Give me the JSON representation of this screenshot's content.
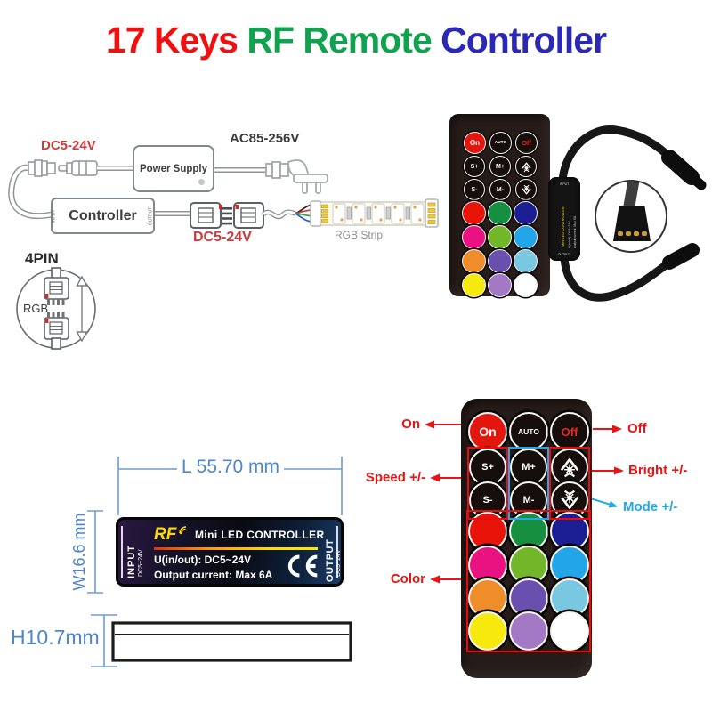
{
  "title": {
    "part1": "17 Keys ",
    "part2": "RF Remote ",
    "part3": "Controller"
  },
  "colors": {
    "title_red": "#f01010",
    "title_green": "#10a34e",
    "title_blue": "#2b28b8",
    "label_red": "#cd3a3a",
    "annotation_red": "#ea1212",
    "annotation_blue": "#1fa8ea",
    "dimension_blue": "#4e87c9",
    "remote_body": "#251b18",
    "on_key": "#e2160c",
    "off_text": "#e5291d"
  },
  "wiring": {
    "dc_label_top": "DC5-24V",
    "ac_label": "AC85-256V",
    "power_supply": "Power Supply",
    "controller": "Controller",
    "input": "INPUT",
    "output": "OUTPUT",
    "dc_label_bottom": "DC5-24V",
    "rgb_strip": "RGB Strip",
    "pin4": "4PIN",
    "rgb": "RGB"
  },
  "remote": {
    "row1": [
      "On",
      "AUTO",
      "Off"
    ],
    "fn_keys": [
      "S+",
      "M+",
      "S-",
      "M-"
    ],
    "bright_up_icon": "brightness-up",
    "bright_down_icon": "brightness-down",
    "palette": [
      "#e81309",
      "#168f41",
      "#1b1d92",
      "#ea1280",
      "#72b62a",
      "#22a6e9",
      "#ef8d2a",
      "#6a50ae",
      "#7ac7e2",
      "#f6e90d",
      "#a378c5",
      "#ffffff"
    ]
  },
  "annotations": {
    "on": "On",
    "off": "Off",
    "speed": "Speed +/-",
    "bright": "Bright +/-",
    "mode": "Mode +/-",
    "color": "Color"
  },
  "dimensions": {
    "length": "L 55.70 mm",
    "width": "W16.6 mm",
    "height": "H10.7mm"
  },
  "device_label": {
    "rf": "RF",
    "title": "Mini LED CONTROLLER",
    "line1": "U(in/out): DC5~24V",
    "line2": "Output current: Max 6A",
    "input": "INPUT",
    "input_v": "DC5~24V",
    "output": "OUTPUT",
    "output_v": "DC5~24V",
    "ce": "CE"
  }
}
